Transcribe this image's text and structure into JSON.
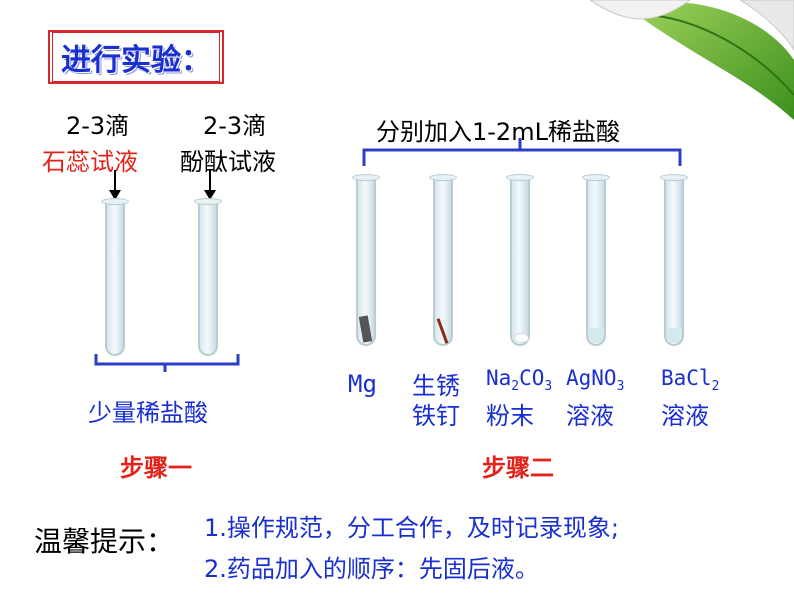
{
  "title": "进行实验：",
  "left": {
    "drops_1": "2-3滴",
    "reagent_1": "石蕊试液",
    "drops_2": "2-3滴",
    "reagent_2": "酚酞试液",
    "bottom_label": "少量稀盐酸",
    "step": "步骤一"
  },
  "right": {
    "top_label": "分别加入1-2mL稀盐酸",
    "samples": [
      {
        "line1": "Mg",
        "line2": ""
      },
      {
        "line1": "生锈",
        "line2": "铁钉"
      },
      {
        "line1": "Na2CO3",
        "line2": "粉末"
      },
      {
        "line1": "AgNO3",
        "line2": "溶液"
      },
      {
        "line1": "BaCl2",
        "line2": "溶液"
      }
    ],
    "step": "步骤二"
  },
  "tips": {
    "label": "温馨提示：",
    "items": [
      "1.操作规范，分工合作，及时记录现象;",
      "2.药品加入的顺序：先固后液。"
    ]
  },
  "colors": {
    "accent_red": "#e2231a",
    "accent_blue": "#1a2fd0",
    "leaf_green": "#57a82a"
  },
  "decorations": {
    "corner": "leaf-curl"
  }
}
